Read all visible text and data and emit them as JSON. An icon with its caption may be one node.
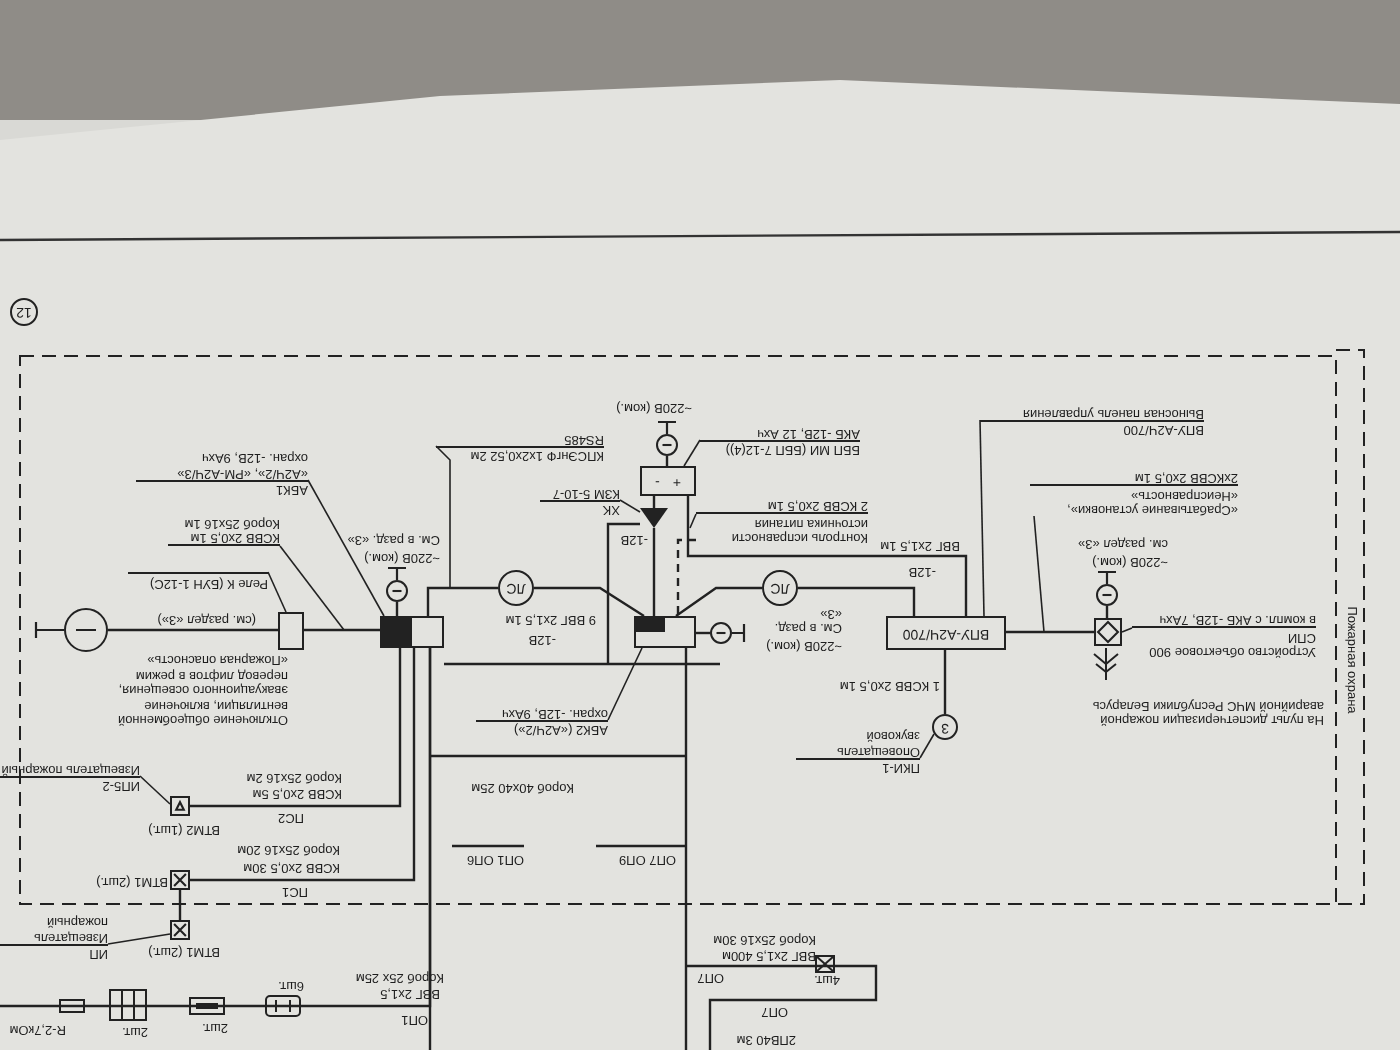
{
  "diagram": {
    "nodes": [
      {
        "text": [
          "АБК1",
          "«А2Ч/2», «РМ-А2Ч/3»",
          "охран. -12В, 9Ахч"
        ]
      },
      {
        "text": [],
        "shape": "box",
        "beside": [
          "ВТМ2 (1шт.)"
        ]
      },
      {
        "text": [],
        "shape": "circle",
        "beside": [
          "~220В (ком.)",
          "См. в разд. «3»"
        ]
      },
      {
        "text": [
          "КСВВ 2х0,5 1м",
          "Короб 25х16 1м"
        ]
      },
      {
        "text": [
          "Реле К (БУН 1-12С)"
        ]
      },
      {
        "text": [],
        "shape": "box",
        "beside": [
          "ВТМ1 (2шт.)"
        ]
      },
      {
        "text": [],
        "shape": "circle"
      },
      {
        "text": [
          "ЛС"
        ]
      },
      {
        "text": [],
        "shape": "circle",
        "beside": [
          "~220В (ком.)"
        ]
      },
      {
        "text": [
          "ББП МИ (ББП 7-12(4))",
          "АКБ -12В, 12 Ахч"
        ]
      },
      {
        "text": [
          "+",
          "-"
        ]
      },
      {
        "text": [
          "XK",
          "КЗМ 5-10-7"
        ]
      },
      {
        "text": [],
        "shape": "triangle"
      },
      {
        "text": [
          "Контроль исправности источника питания",
          "2 КСВВ 2х0,5 1м"
        ]
      },
      {
        "text": [],
        "shape": "box",
        "beside": [
          "ВТМ1 (2шт.)"
        ]
      },
      {
        "text": [],
        "shape": "circle",
        "beside": [
          "~220В (ком.)",
          "См. в разд. «3»"
        ]
      },
      {
        "text": [
          "АБК2 («А2Ч/2»)",
          "охран. -12В, 9Ахч"
        ]
      },
      {
        "text": [
          "ЛС"
        ]
      },
      {
        "text": [
          "ВПУ-А2Ч/700",
          "Выносная панель управления"
        ]
      },
      {
        "text": [
          "ВПУ-А2Ч/700"
        ]
      },
      {
        "text": [
          "«Срабатывание установки», «Неисправность»",
          "2хКСВВ 2х0,5 1м"
        ]
      },
      {
        "text": [],
        "shape": "box"
      },
      {
        "text": [],
        "shape": "circle",
        "beside": [
          "~220В (ком.)",
          "см. раздел «3»"
        ]
      },
      {
        "text": [
          "Устройство объектовое 900 СПИ",
          "в компл. с АКБ -12В, 7Ахч"
        ]
      },
      {
        "text": [
          "3"
        ]
      },
      {
        "text": [
          "ПКИ-1",
          "Оповещатель звуковой"
        ]
      },
      {
        "text": [],
        "shape": "box"
      },
      {
        "text": [],
        "shape": "box"
      },
      {
        "text": [],
        "shape": "box"
      },
      {
        "text": [
          "ИП5-2",
          "Извещатель пожарный"
        ]
      },
      {
        "text": [
          "ИП",
          "Извещатель пожарный"
        ]
      },
      {
        "text": [
          "КПСЭнгФ 1х2х0,52 2м",
          "RS485"
        ]
      },
      {
        "text": [
          "12"
        ]
      }
    ],
    "edges": [
      {
        "from": 0,
        "to": 26,
        "arrow": "none"
      },
      {
        "from": 2,
        "to": 26,
        "arrow": "none"
      },
      {
        "from": 3,
        "to": null,
        "arrow": "none"
      },
      {
        "from": 4,
        "to": 21,
        "arrow": "none"
      },
      {
        "from": 6,
        "to": 21,
        "arrow": "none"
      },
      {
        "from": 21,
        "to": 26,
        "arrow": "none"
      },
      {
        "from": 26,
        "to": 7,
        "arrow": "none"
      },
      {
        "from": 7,
        "to": 27,
        "arrow": "none"
      },
      {
        "from": 8,
        "to": 10,
        "arrow": "none"
      },
      {
        "from": 9,
        "to": 10,
        "arrow": "none"
      },
      {
        "from": 10,
        "to": 12,
        "arrow": "none"
      },
      {
        "from": 11,
        "to": 12,
        "arrow": "none"
      },
      {
        "from": 13,
        "to": null,
        "arrow": "none"
      },
      {
        "from": 12,
        "to": 27,
        "arrow": "none"
      },
      {
        "from": 15,
        "to": 27,
        "arrow": "none"
      },
      {
        "from": 16,
        "to": 27,
        "arrow": "none"
      },
      {
        "from": 27,
        "to": 17,
        "arrow": "none"
      },
      {
        "from": 17,
        "to": 19,
        "arrow": "none"
      },
      {
        "from": 10,
        "to": 19,
        "arrow": "none"
      },
      {
        "from": 18,
        "to": 19,
        "arrow": "none"
      },
      {
        "from": 19,
        "to": 28,
        "arrow": "none"
      },
      {
        "from": 20,
        "to": null,
        "arrow": "none"
      },
      {
        "from": 22,
        "to": 28,
        "arrow": "none"
      },
      {
        "from": 23,
        "to": 28,
        "arrow": "none"
      },
      {
        "from": 19,
        "to": 24,
        "arrow": "none"
      },
      {
        "from": 25,
        "to": 24,
        "arrow": "none"
      },
      {
        "from": 1,
        "to": 26,
        "arrow": "none"
      },
      {
        "from": 5,
        "to": 26,
        "arrow": "none"
      },
      {
        "from": 5,
        "to": 14,
        "arrow": "none"
      },
      {
        "from": 29,
        "to": 1,
        "arrow": "none"
      },
      {
        "from": 30,
        "to": 14,
        "arrow": "none"
      },
      {
        "from": 31,
        "to": null,
        "arrow": "none"
      },
      {
        "from": 26,
        "to": null,
        "arrow": "none"
      },
      {
        "from": 27,
        "to": null,
        "arrow": "none"
      },
      {
        "from": 13,
        "to": 27,
        "arrow": "none",
        "style": "dashed"
      },
      {
        "from": 26,
        "to": null,
        "arrow": "none"
      }
    ],
    "labels": [
      "(см. раздел «3»)",
      "Отключение общеобменной вентиляции, включение эвакуационного освещения, перевод лифтов в режим «Пожарная опасность»",
      "-12В",
      "9 ВВГ 2х1,5 1м",
      "-12В",
      "ВВГ 2х1,5 1м",
      "-12В",
      "1 КСВВ 2х0,5 1м",
      "На пульт диспетчеризации пожарной аварийной МЧС Республики Беларусь",
      "Пожарная охрана",
      "ПС2",
      "КСВВ 2х0,5 5м",
      "Короб 25х16 2м",
      "ПС1",
      "КСВВ 2х0,5 30м",
      "Короб 25х16 20м",
      "Короб 40х40 25м",
      "ОП1 ОП6",
      "ОП7 ОП9",
      "ВВГ 2х1,5 400м",
      "Короб 25х16 30м",
      "ОП7",
      "4шт.",
      "ОП7",
      "2ПВ40 3м",
      "ВВГ 2х1,5",
      "Короб 25х 25м",
      "ОП1",
      "6шт.",
      "2шт.",
      "2шт.",
      "R-2,7кОм"
    ]
  }
}
